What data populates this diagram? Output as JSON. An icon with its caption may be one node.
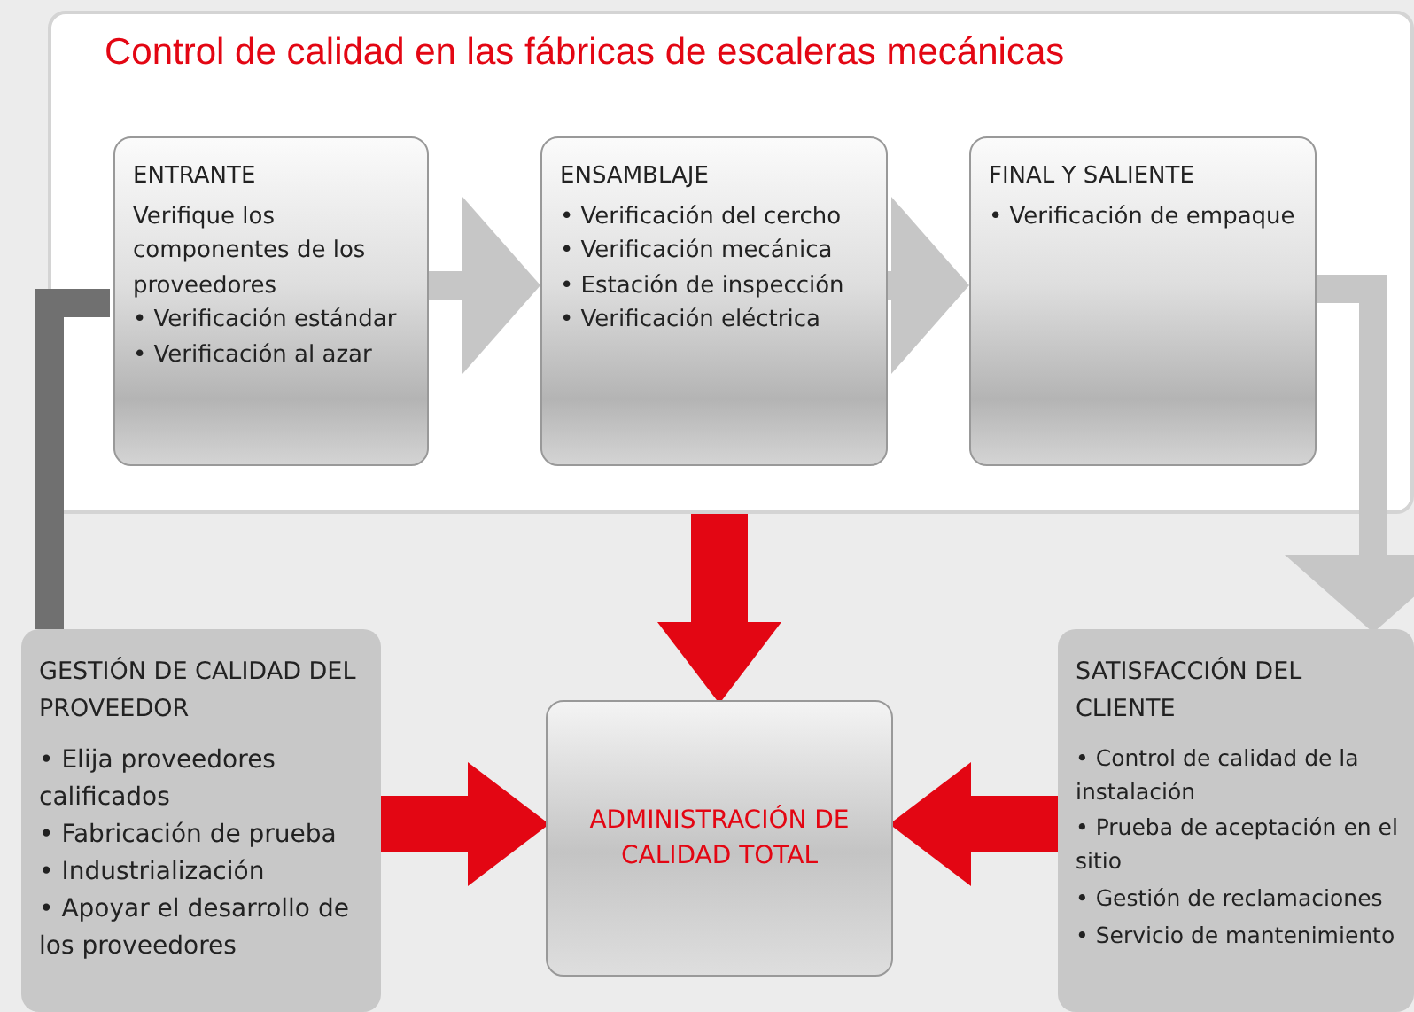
{
  "diagram": {
    "nodes": [
      {
        "text": [
          "Control de calidad en las fábricas de escaleras mecánicas"
        ]
      },
      {
        "text": [
          "ENTRANTE",
          "Verifique los componentes de los proveedores",
          "• Verificación estándar",
          "• Verificación al azar"
        ],
        "in": 0
      },
      {
        "text": [
          "ENSAMBLAJE",
          "• Verificación del cercho",
          "• Verificación mecánica",
          "• Estación de inspección",
          "• Verificación eléctrica"
        ],
        "in": 0
      },
      {
        "text": [
          "FINAL Y SALIENTE",
          "• Verificación de empaque"
        ],
        "in": 0
      },
      {
        "text": [
          "GESTIÓN DE CALIDAD DEL PROVEEDOR",
          "• Elija proveedores calificados",
          "• Fabricación de prueba",
          "• Industrialización",
          "• Apoyar el desarrollo de los proveedores"
        ]
      },
      {
        "text": [
          "ADMINISTRACIÓN DE CALIDAD TOTAL"
        ]
      },
      {
        "text": [
          "SATISFACCIÓN DEL CLIENTE",
          "• Control de calidad de la instalación",
          "• Prueba de aceptación en el sitio",
          "• Gestión de reclamaciones",
          "• Servicio de mantenimiento"
        ]
      }
    ],
    "edges": [
      {
        "from": 1,
        "to": 2,
        "arrow": "to"
      },
      {
        "from": 2,
        "to": 3,
        "arrow": "to"
      },
      {
        "from": 3,
        "to": 6,
        "arrow": "to"
      },
      {
        "from": 4,
        "to": 1,
        "arrow": "none",
        "color": "#707070"
      },
      {
        "from": 0,
        "to": 5,
        "arrow": "to",
        "style": "thick",
        "color": "#e30613"
      },
      {
        "from": 4,
        "to": 5,
        "arrow": "to",
        "style": "thick",
        "color": "#e30613"
      },
      {
        "from": 6,
        "to": 5,
        "arrow": "to",
        "style": "thick",
        "color": "#e30613"
      }
    ]
  }
}
